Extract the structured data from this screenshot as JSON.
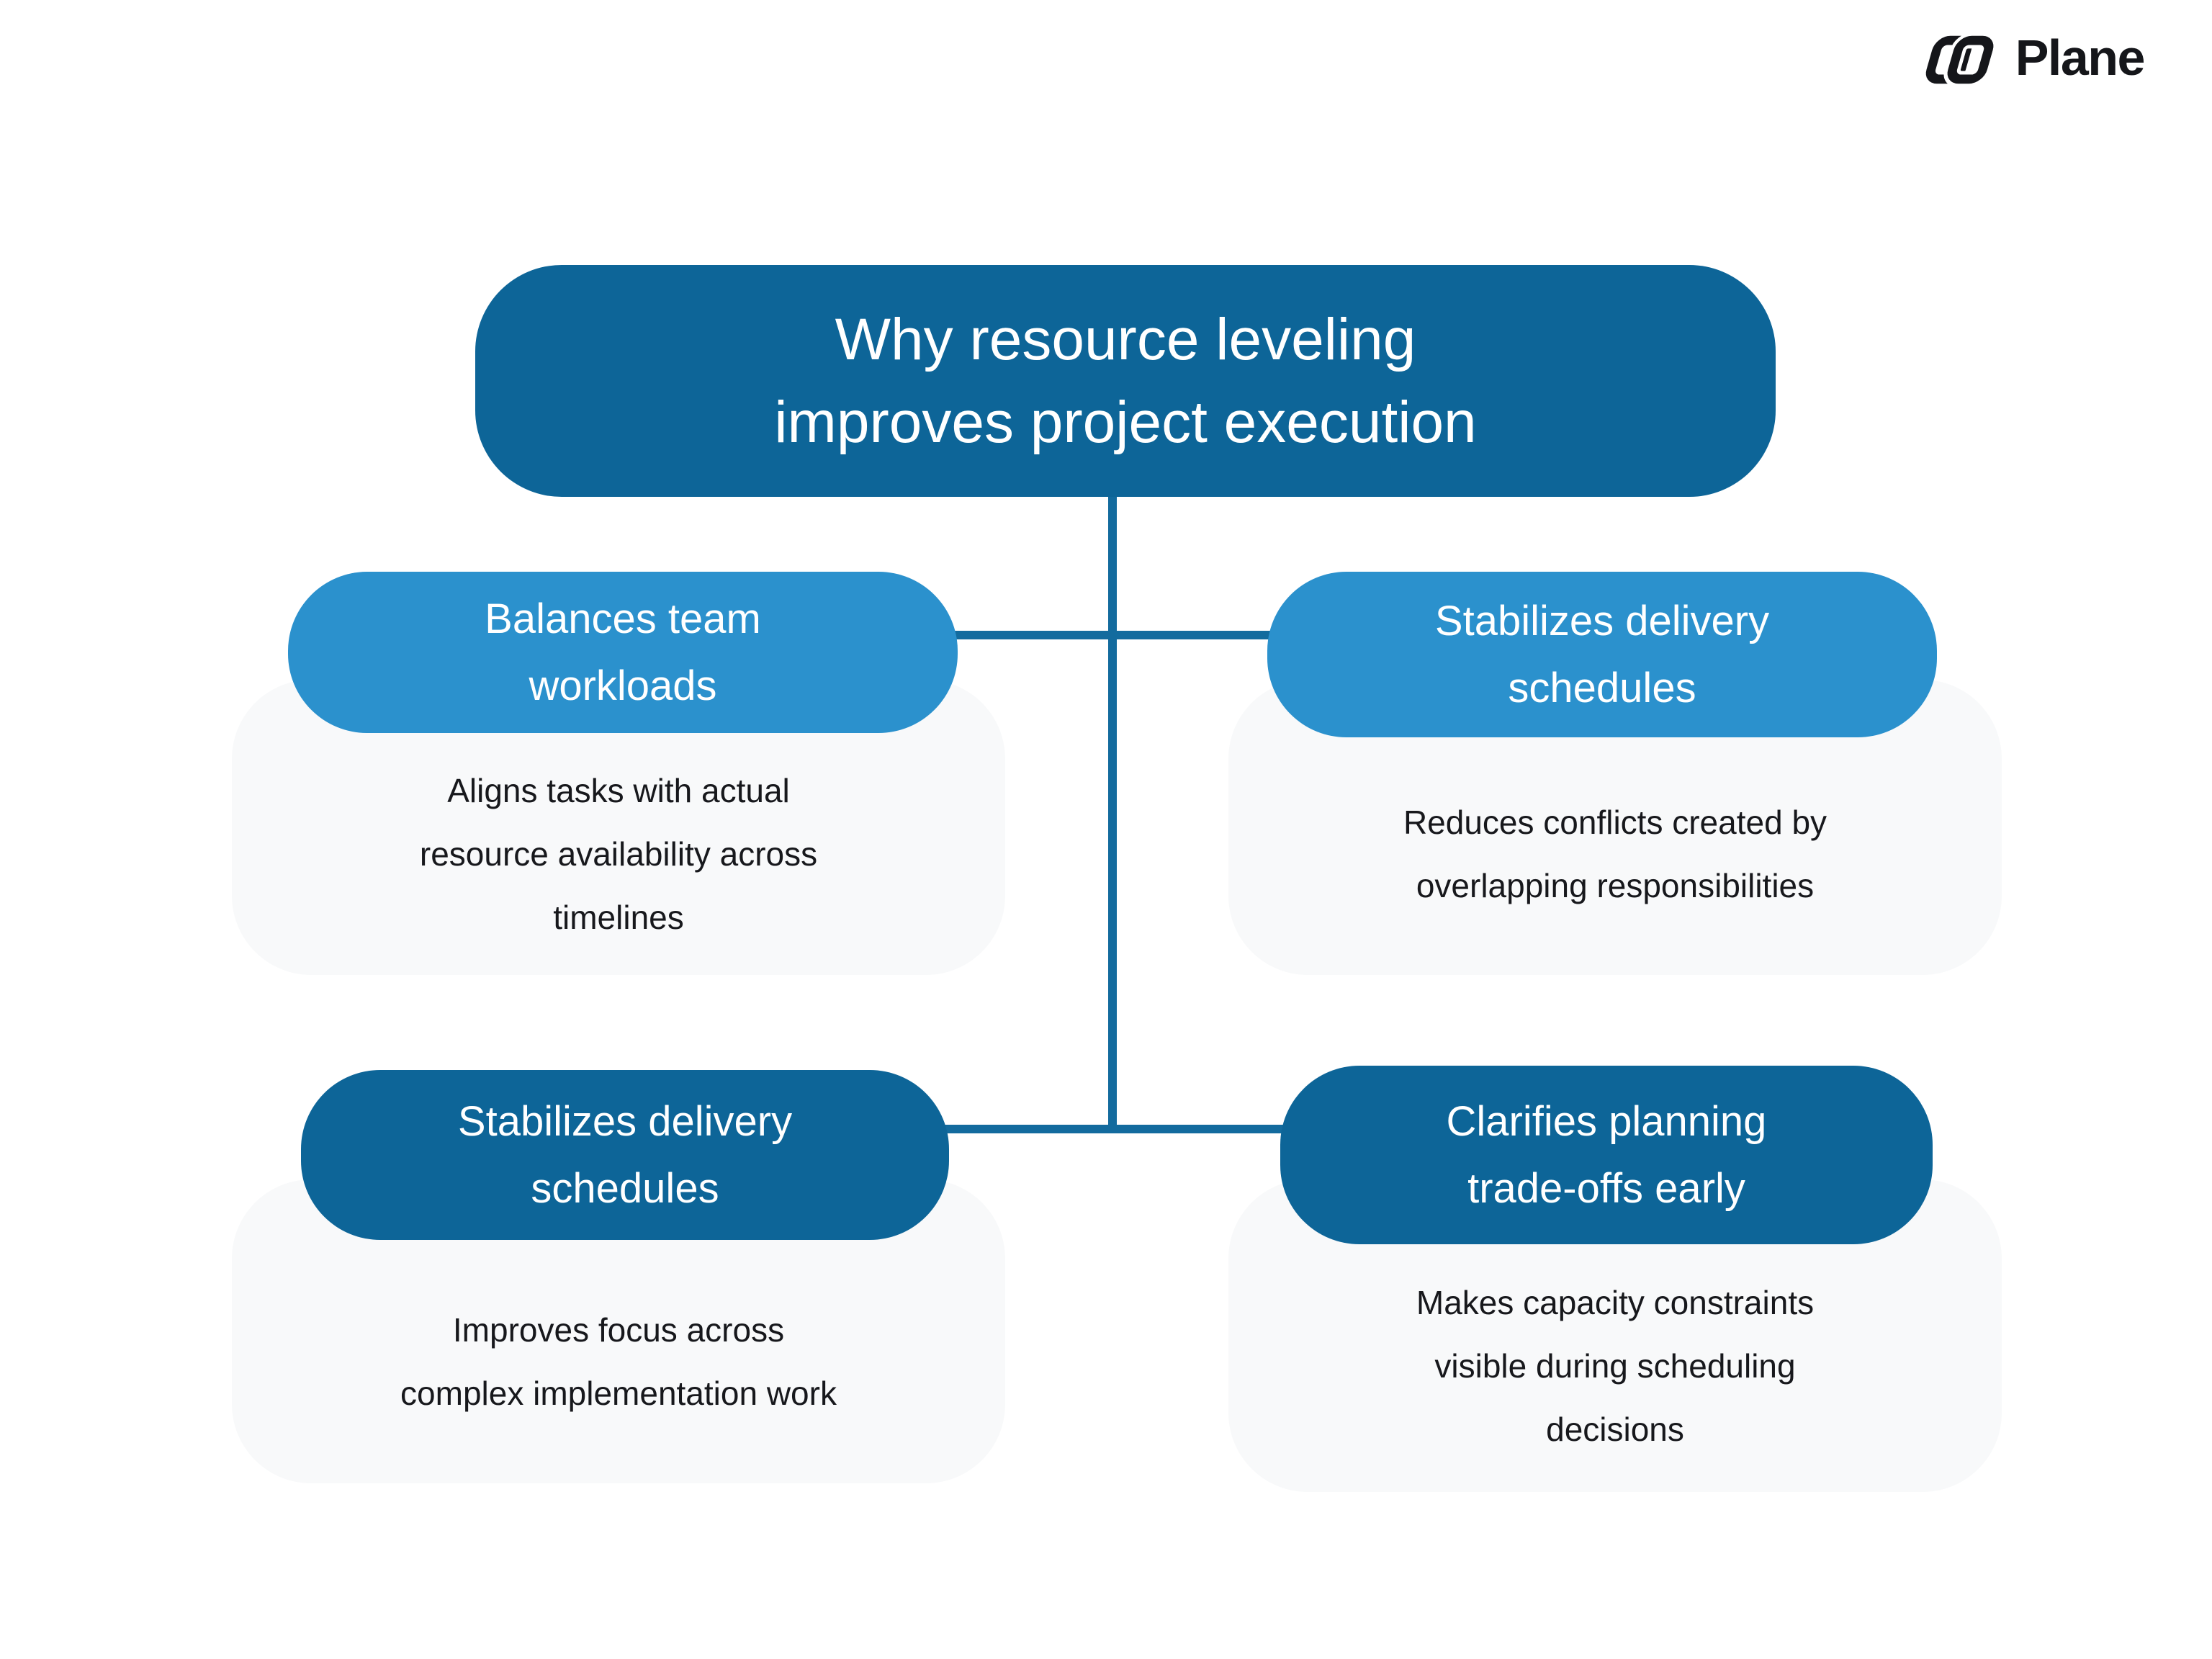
{
  "brand": {
    "name": "Plane",
    "logo_color": "#15161A"
  },
  "title": {
    "text": "Why resource leveling improves project execution",
    "lines": [
      "Why resource leveling",
      "improves project execution"
    ]
  },
  "colors": {
    "dark_blue": "#0D6598",
    "light_blue": "#2B91CD",
    "connector_line": "#136B9E",
    "card_background": "#F8F9FA",
    "body_text": "#17181C",
    "page_background": "#FFFFFF"
  },
  "nodes": [
    {
      "position": "top-left",
      "variant": "light",
      "label": "Balances team workloads",
      "label_lines": [
        "Balances team",
        "workloads"
      ],
      "description": "Aligns tasks with actual resource availability across timelines",
      "description_lines": [
        "Aligns tasks with actual",
        "resource availability across",
        "timelines"
      ]
    },
    {
      "position": "top-right",
      "variant": "light",
      "label": "Stabilizes delivery schedules",
      "label_lines": [
        "Stabilizes delivery",
        "schedules"
      ],
      "description": "Reduces conflicts created by overlapping responsibilities",
      "description_lines": [
        "Reduces conflicts created by",
        "overlapping responsibilities"
      ]
    },
    {
      "position": "bottom-left",
      "variant": "dark",
      "label": "Stabilizes delivery schedules",
      "label_lines": [
        "Stabilizes delivery",
        "schedules"
      ],
      "description": "Improves focus across complex implementation work",
      "description_lines": [
        "Improves focus across",
        "complex implementation work"
      ]
    },
    {
      "position": "bottom-right",
      "variant": "dark",
      "label": "Clarifies planning trade-offs early",
      "label_lines": [
        "Clarifies planning",
        "trade-offs early"
      ],
      "description": "Makes capacity constraints visible during scheduling decisions",
      "description_lines": [
        "Makes capacity constraints",
        "visible during scheduling",
        "decisions"
      ]
    }
  ]
}
